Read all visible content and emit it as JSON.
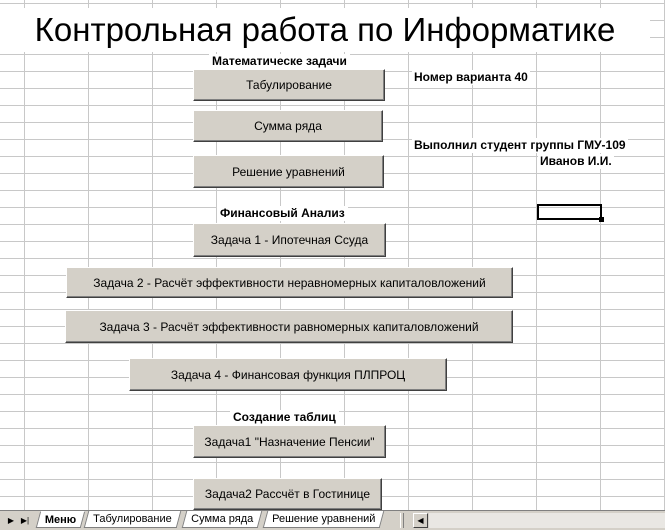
{
  "title": "Контрольная работа по Информатике",
  "sections": {
    "math": "Математическе задачи",
    "finance": "Финансовый Анализ",
    "tables": "Создание таблиц"
  },
  "info": {
    "variant": "Номер варианта 40",
    "student_line1": "Выполнил студент группы ГМУ-109",
    "student_line2": "Иванов И.И."
  },
  "buttons": {
    "tabulation": "Табулирование",
    "series_sum": "Сумма ряда",
    "equations": "Решение уравнений",
    "task1": "Задача 1 - Ипотечная Ссуда",
    "task2": "Задача 2 - Расчёт эффективности неравномерных капиталовложений",
    "task3": "Задача 3 - Расчёт эффективности равномерных капиталовложений",
    "task4": "Задача 4 - Финансовая функция ПЛПРОЦ",
    "table1": "Задача1 \"Назначение Пенсии\"",
    "table2": "Задача2 Рассчёт в Гостинице"
  },
  "tabs": [
    {
      "label": "Меню",
      "active": true
    },
    {
      "label": "Табулирование",
      "active": false
    },
    {
      "label": "Сумма ряда",
      "active": false
    },
    {
      "label": "Решение уравнений",
      "active": false
    }
  ],
  "icons": {
    "first": "first-sheet-icon",
    "prev": "prev-sheet-icon",
    "scroll_left": "scroll-left-icon",
    "scroll_right": "scroll-right-icon"
  }
}
